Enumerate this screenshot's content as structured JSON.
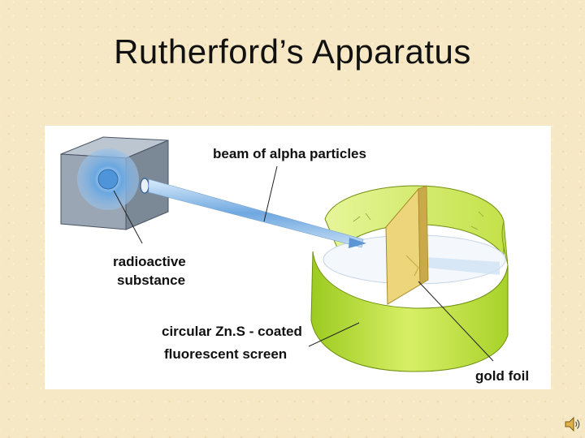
{
  "slide": {
    "title": "Rutherford’s Apparatus"
  },
  "labels": {
    "beam": "beam of alpha particles",
    "radioactive_line1": "radioactive",
    "radioactive_line2": "substance",
    "screen_line1": "circular Zn.S - coated",
    "screen_line2": "fluorescent screen",
    "gold_foil": "gold foil"
  },
  "icons": {
    "speaker": "speaker-icon"
  },
  "colors": {
    "background": "#f6e8c4",
    "screen_green": "#b8dc3a",
    "beam_blue": "#7fb3e6",
    "foil_gold": "#e8cf6a",
    "lead_box": "#8e9aa8"
  }
}
